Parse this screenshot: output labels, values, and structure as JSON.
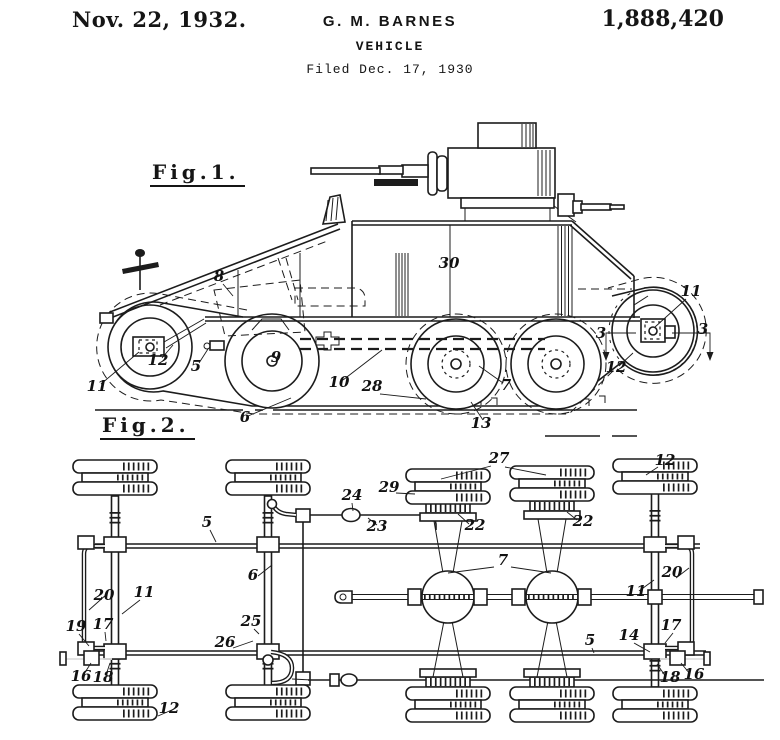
{
  "header": {
    "date": "Nov. 22, 1932.",
    "inventor": "G. M. BARNES",
    "patent_number": "1,888,420",
    "title": "VEHICLE",
    "filed_line": "Filed Dec. 17, 1930"
  },
  "fig1": {
    "label": "Fig.1.",
    "callouts": [
      "8",
      "11",
      "12",
      "5",
      "9",
      "6",
      "10",
      "28",
      "13",
      "7",
      "30",
      "11",
      "3",
      "3",
      "12"
    ]
  },
  "fig2": {
    "label": "Fig.2.",
    "callouts": [
      "27",
      "29",
      "24",
      "23",
      "22",
      "22",
      "12",
      "5",
      "6",
      "20",
      "11",
      "19",
      "17",
      "16",
      "18",
      "25",
      "26",
      "7",
      "5",
      "20",
      "11",
      "14",
      "17",
      "18",
      "16",
      "12"
    ]
  },
  "colors": {
    "paper": "#ffffff",
    "ink": "#1c1c1c"
  }
}
